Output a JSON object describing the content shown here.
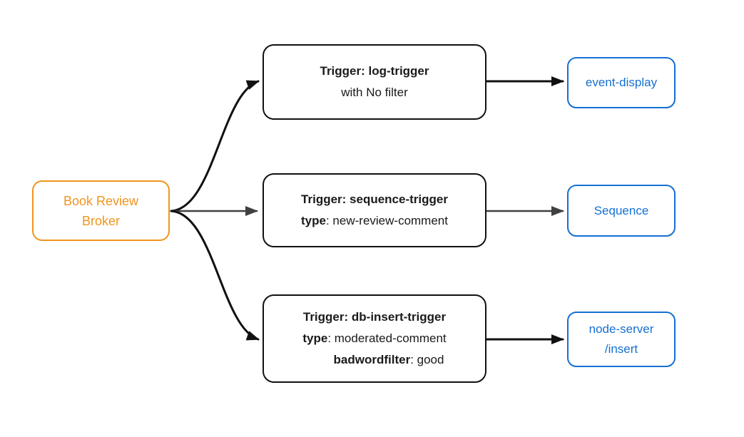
{
  "broker": {
    "line1": "Book Review",
    "line2": "Broker"
  },
  "triggers": [
    {
      "title": "Trigger: log-trigger",
      "subtitle": "with No filter"
    },
    {
      "title": "Trigger: sequence-trigger",
      "attr1_key": "type",
      "attr1_value": ": new-review-comment"
    },
    {
      "title": "Trigger: db-insert-trigger",
      "attr1_key": "type",
      "attr1_value": ": moderated-comment",
      "attr2_key": "badwordfilter",
      "attr2_value": ": good"
    }
  ],
  "sinks": [
    {
      "label": "event-display"
    },
    {
      "label": "Sequence"
    },
    {
      "label": "node-server",
      "label_line2": "/insert"
    }
  ],
  "colors": {
    "broker_orange": "#F0941E",
    "sink_blue": "#1570D2",
    "trigger_border_black": "#111111",
    "arrow_black": "#111111",
    "arrow_gray": "#404040",
    "background": "#ffffff"
  }
}
